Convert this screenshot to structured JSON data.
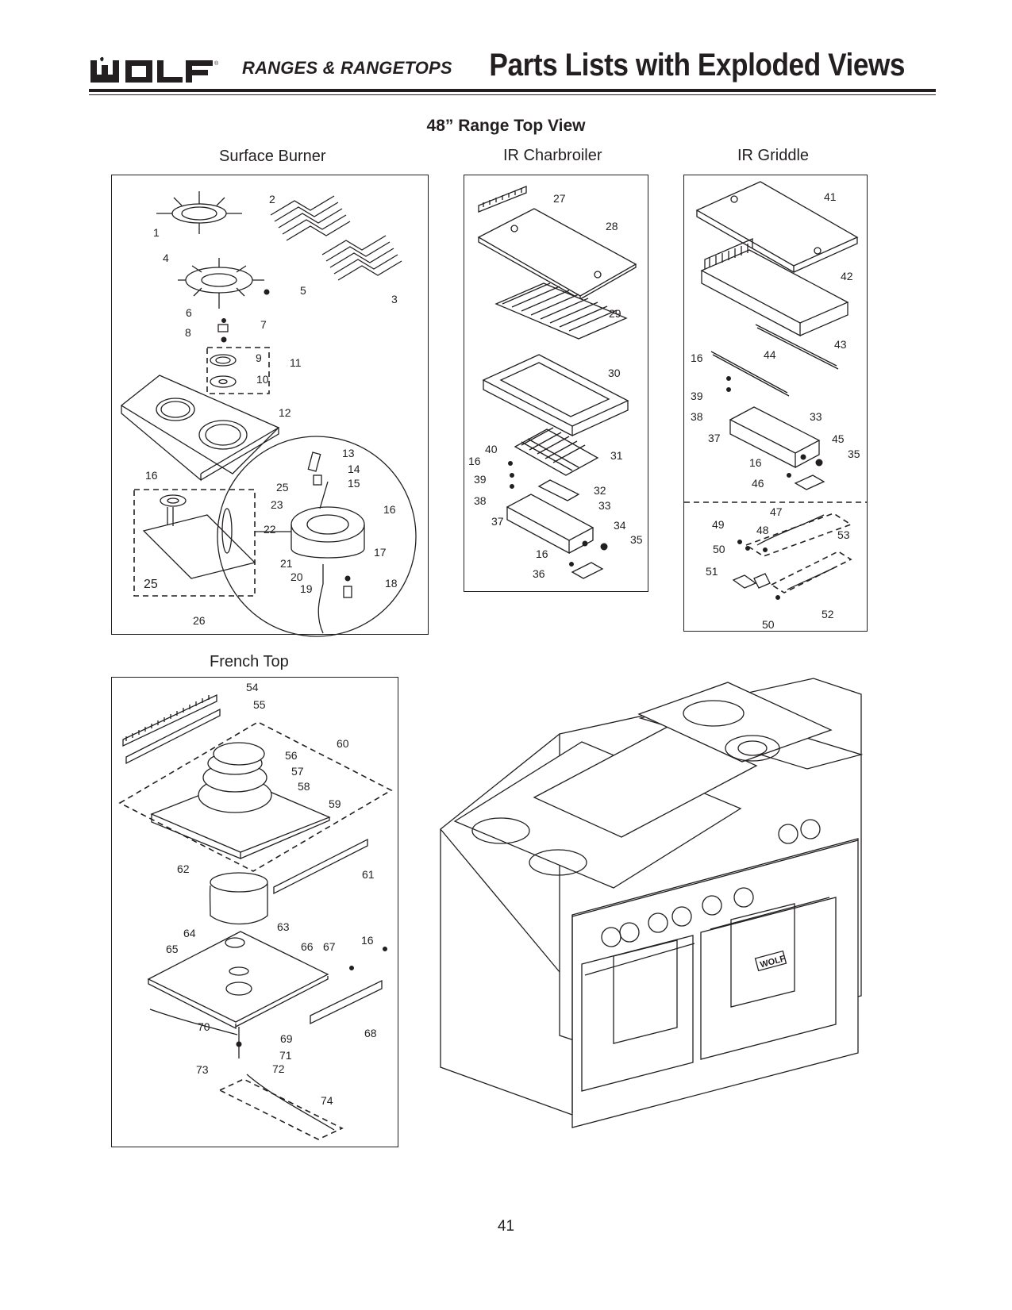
{
  "header": {
    "brand": "WOLF",
    "brand_subtitle": "RANGES & RANGETOPS",
    "title": "Parts Lists with Exploded Views"
  },
  "view_title": "48” Range Top View",
  "sections": {
    "surface_burner": {
      "label": "Surface Burner"
    },
    "ir_charbroiler": {
      "label": "IR Charbroiler"
    },
    "ir_griddle": {
      "label": "IR Griddle"
    },
    "french_top": {
      "label": "French Top"
    }
  },
  "callouts": {
    "surface_burner": [
      "1",
      "2",
      "3",
      "4",
      "5",
      "6",
      "7",
      "8",
      "9",
      "10",
      "11",
      "12",
      "13",
      "14",
      "15",
      "16",
      "16",
      "17",
      "18",
      "19",
      "20",
      "21",
      "22",
      "23",
      "25",
      "25",
      "26"
    ],
    "ir_charbroiler": [
      "27",
      "28",
      "29",
      "30",
      "31",
      "32",
      "33",
      "34",
      "35",
      "16",
      "16",
      "36",
      "37",
      "38",
      "39",
      "40"
    ],
    "ir_griddle": [
      "41",
      "42",
      "43",
      "44",
      "16",
      "39",
      "38",
      "37",
      "33",
      "45",
      "35",
      "16",
      "46",
      "47",
      "48",
      "49",
      "50",
      "51",
      "52",
      "53",
      "50"
    ],
    "french_top": [
      "54",
      "55",
      "56",
      "57",
      "58",
      "59",
      "60",
      "61",
      "62",
      "63",
      "64",
      "65",
      "66",
      "67",
      "16",
      "68",
      "69",
      "70",
      "71",
      "72",
      "73",
      "74"
    ]
  },
  "range_illustration": {
    "logo": "WOLF"
  },
  "page_number": "41",
  "colors": {
    "ink": "#231f20",
    "background": "#ffffff"
  }
}
